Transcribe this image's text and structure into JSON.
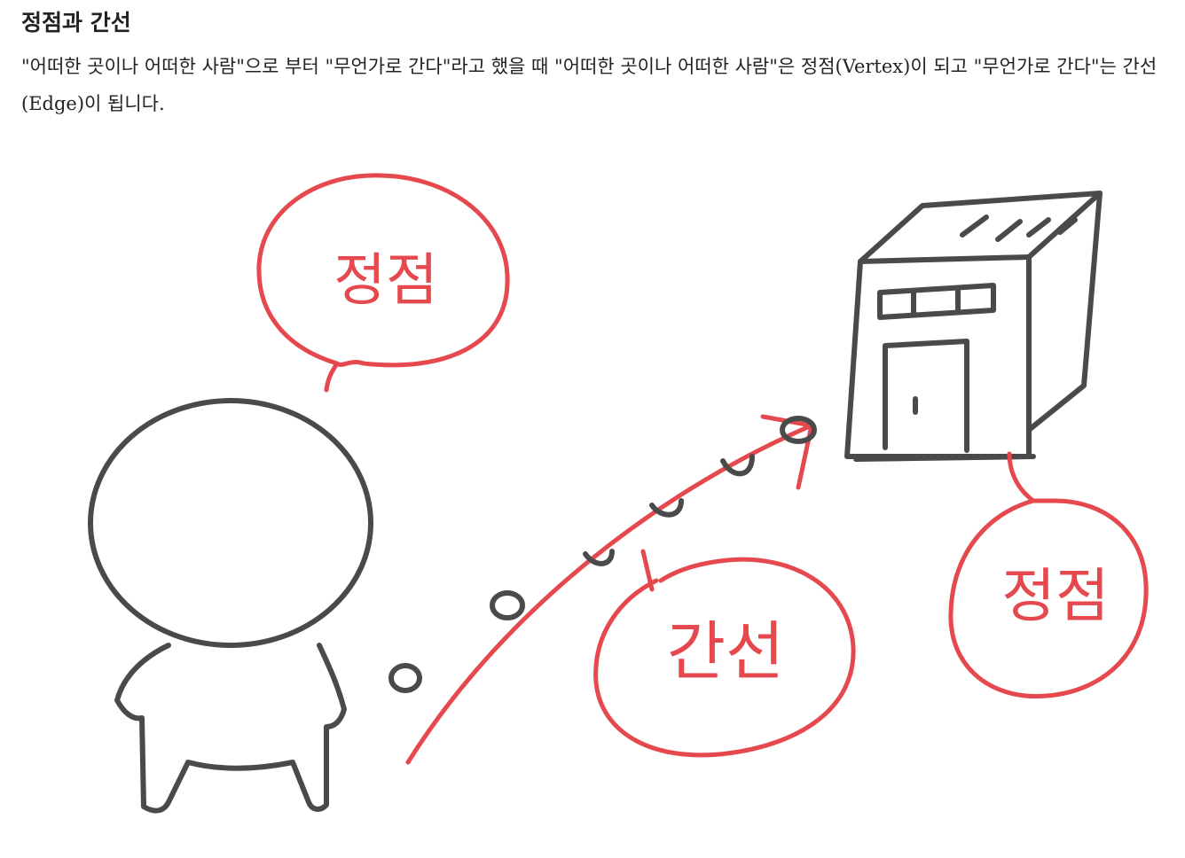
{
  "heading": "정점과 간선",
  "paragraph": "\"어떠한 곳이나 어떠한 사람\"으로 부터 \"무언가로 간다\"라고 했을 때 \"어떠한 곳이나 어떠한 사람\"은 정점(Vertex)이 되고 \"무언가로 간다\"는 간선(Edge)이 됩니다.",
  "illustration": {
    "label_vertex_person": "정점",
    "label_edge": "간선",
    "label_vertex_building": "정점",
    "colors": {
      "ink": "#4a4a4a",
      "accent": "#e5484d"
    }
  }
}
